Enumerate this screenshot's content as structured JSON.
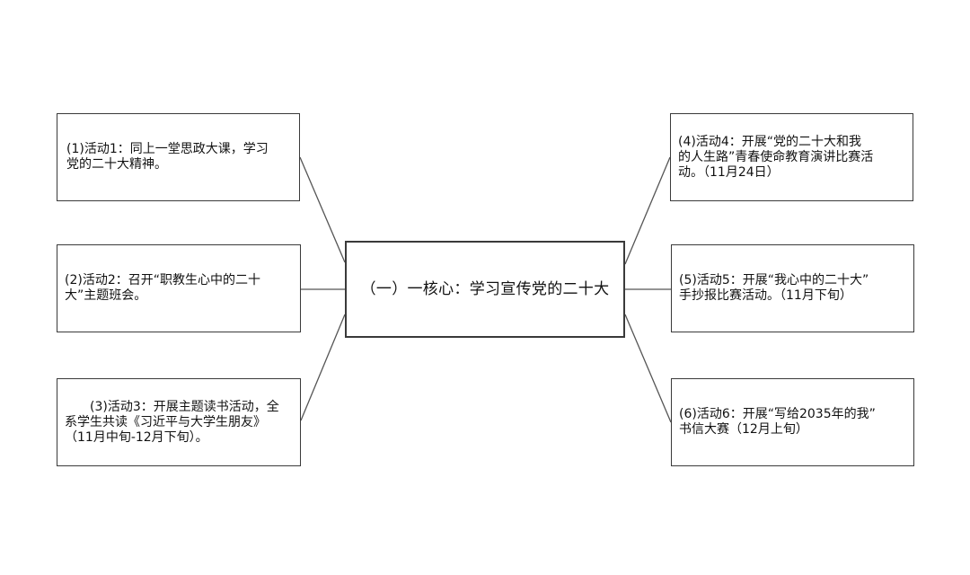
{
  "diagram": {
    "center": {
      "label": "（一）一核心：学习宣传党的二十大"
    },
    "activities": [
      {
        "label": "(1)活动1：同上一堂思政大课，学习\n党的二十大精神。"
      },
      {
        "label": "(2)活动2：召开“职教生心中的二十\n大”主题班会。"
      },
      {
        "label": "(3)活动3：开展主题读书活动，全\n系学生共读《习近平与大学生朋友》\n（11月中旬-12月下旬）。"
      },
      {
        "label": "(4)活动4：开展“党的二十大和我\n的人生路”青春使命教育演讲比赛活\n动。（11月24日）"
      },
      {
        "label": "(5)活动5：开展“我心中的二十大”\n手抄报比赛活动。（11月下旬）"
      },
      {
        "label": "(6)活动6：开展“写给2035年的我”\n书信大赛（12月上旬）"
      }
    ],
    "colors": {
      "border": "#3a3a3a",
      "connector": "#555555",
      "background": "#ffffff",
      "text": "#111111"
    }
  }
}
